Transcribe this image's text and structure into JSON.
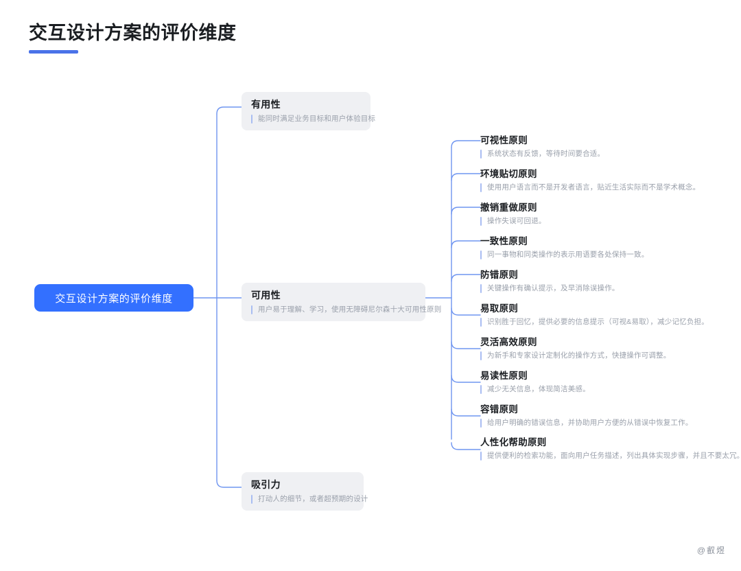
{
  "page": {
    "title": "交互设计方案的评价维度",
    "watermark": "@叡煜",
    "accent_color": "#3370ff",
    "underline_color": "#4a72e8",
    "node_bg_color": "#eff0f3",
    "tick_color": "#a9bdf2",
    "connector_color": "#6f95f0"
  },
  "root": {
    "label": "交互设计方案的评价维度"
  },
  "branches": [
    {
      "title": "有用性",
      "desc": "能同时满足业务目标和用户体验目标"
    },
    {
      "title": "可用性",
      "desc": "用户易于理解、学习，使用无障碍尼尔森十大可用性原则"
    },
    {
      "title": "吸引力",
      "desc": "打动人的细节，或者超预期的设计"
    }
  ],
  "principles": [
    {
      "title": "可视性原则",
      "desc": "系统状态有反馈，等待时间要合适。"
    },
    {
      "title": "环境贴切原则",
      "desc": "使用用户语言而不是开发者语言，贴近生活实际而不是学术概念。"
    },
    {
      "title": "撤销重做原则",
      "desc": "操作失误可回退。"
    },
    {
      "title": "一致性原则",
      "desc": "同一事物和同类操作的表示用语要各处保持一致。"
    },
    {
      "title": "防错原则",
      "desc": "关键操作有确认提示，及早消除误操作。"
    },
    {
      "title": "易取原则",
      "desc": "识别胜于回忆，提供必要的信息提示（可视&易取），减少记忆负担。"
    },
    {
      "title": "灵活高效原则",
      "desc": "为新手和专家设计定制化的操作方式，快捷操作可调整。"
    },
    {
      "title": "易读性原则",
      "desc": "减少无关信息，体现简洁美感。"
    },
    {
      "title": "容错原则",
      "desc": "给用户明确的错误信息，并协助用户方便的从错误中恢复工作。"
    },
    {
      "title": "人性化帮助原则",
      "desc": "提供便利的检索功能，面向用户任务描述，列出具体实现步骤，并且不要太冗。"
    }
  ]
}
